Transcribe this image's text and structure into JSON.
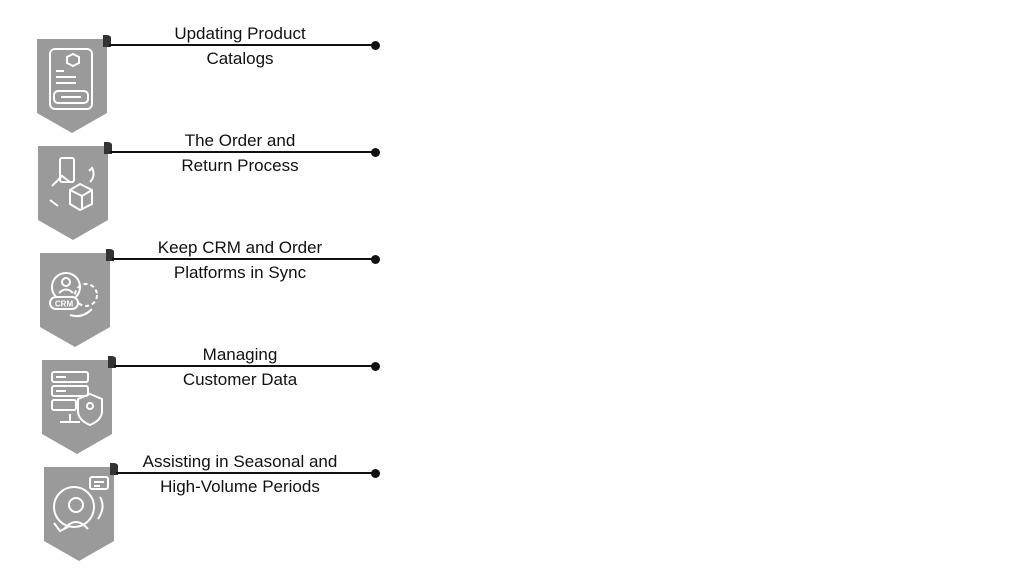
{
  "colors": {
    "banner": "#9a9a9a",
    "curl": "#333333",
    "line": "#111111",
    "icon": "#ffffff"
  },
  "items": [
    {
      "line1": "Updating Product",
      "line2": "Catalogs",
      "icon": "catalog-book-icon"
    },
    {
      "line1": "The Order and",
      "line2": "Return Process",
      "icon": "order-return-icon"
    },
    {
      "line1": "Keep CRM and Order",
      "line2": "Platforms in Sync",
      "icon": "crm-sync-icon",
      "icon_text": "CRM"
    },
    {
      "line1": "Managing",
      "line2": "Customer Data",
      "icon": "server-shield-icon"
    },
    {
      "line1": "Assisting in Seasonal and",
      "line2": "High-Volume Periods",
      "icon": "support-agent-icon"
    }
  ]
}
